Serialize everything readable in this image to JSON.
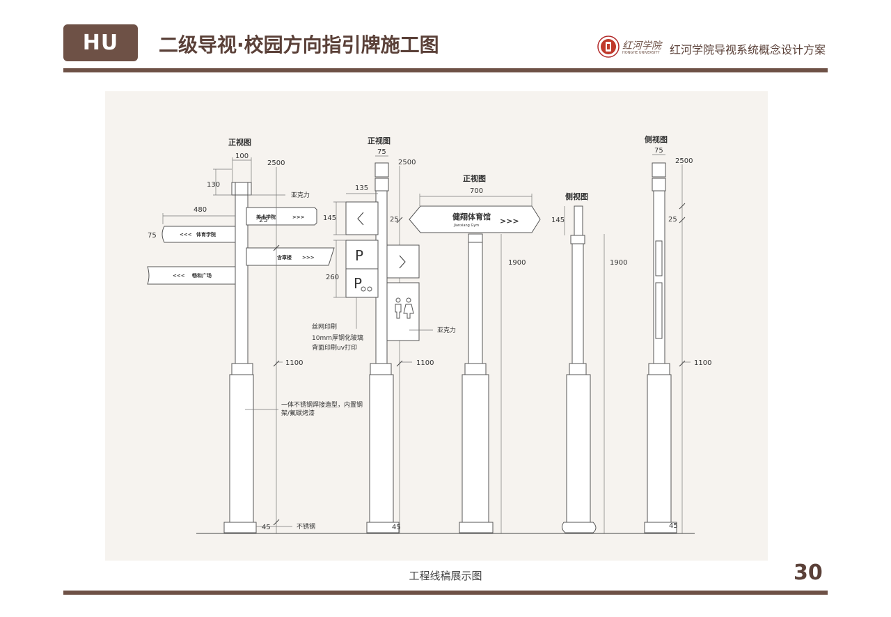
{
  "header": {
    "logo_text": "HU",
    "title": "二级导视·校园方向指引牌施工图",
    "school_logo_text": "红河学院",
    "school_name_en": "HONGHE UNIVERSITY",
    "subtitle": "红河学院导视系统概念设计方案"
  },
  "drawing": {
    "view1": {
      "heading": "正视图",
      "dims": {
        "width_top": "100",
        "height_box": "130",
        "total_height": "2500",
        "arm_length": "480",
        "arm_height": "75",
        "gap": "25",
        "lower_height": "1100",
        "base_height": "45"
      },
      "labels": {
        "acrylic": "亚克力",
        "body": "一体不锈钢焊接造型，内置钢架/氟碳烤漆",
        "steel": "不锈钢"
      },
      "signs": [
        {
          "text": "美术学院",
          "arrow": ">>>"
        },
        {
          "text": "体育学院",
          "arrow": "<<<"
        },
        {
          "text": "含章楼",
          "arrow": ">>>"
        },
        {
          "text": "畅和广场",
          "arrow": "<<<"
        }
      ]
    },
    "view2": {
      "heading": "正视图",
      "dims": {
        "width_top": "75",
        "total_height": "2500",
        "panel_width": "135",
        "panel_height": "145",
        "gap": "25",
        "parking_height": "260",
        "lower_height": "1100",
        "base_height": "45"
      },
      "icons": {
        "parking1": "P",
        "parking2": "P"
      },
      "labels": {
        "print": "丝网印刷",
        "glass": "10mm厚钢化玻璃",
        "uv": "背面印刷uv打印",
        "acrylic": "亚克力"
      }
    },
    "view3": {
      "heading": "正视图",
      "dims": {
        "width": "700",
        "height": "1900"
      },
      "sign": {
        "text_cn": "健翔体育馆",
        "text_en": "Jianxiang Gym",
        "arrow": ">>>"
      }
    },
    "view4": {
      "heading": "侧视图",
      "dims": {
        "panel_height": "145",
        "height": "1900"
      }
    },
    "view5": {
      "heading": "侧视图",
      "dims": {
        "width_top": "75",
        "total_height": "2500",
        "gap": "25",
        "lower_height": "1100",
        "base_height": "45"
      }
    }
  },
  "footer": {
    "caption": "工程线稿展示图",
    "page_number": "30"
  },
  "colors": {
    "brand": "#6e5146",
    "panel_bg": "#f6f3ef",
    "line": "#555555"
  }
}
